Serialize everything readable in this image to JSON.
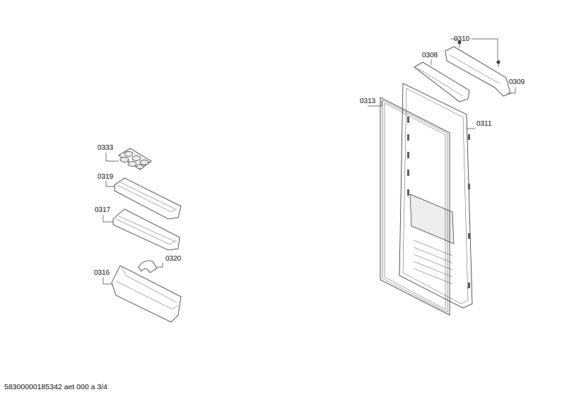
{
  "footer": {
    "code": "58300000185342 aet 000 a 3/4"
  },
  "parts": {
    "p0310": "0310",
    "p0308": "0308",
    "p0309": "0309",
    "p0313": "0313",
    "p0311": "0311",
    "p0333": "0333",
    "p0319": "0319",
    "p0317": "0317",
    "p0320": "0320",
    "p0316": "0316"
  }
}
